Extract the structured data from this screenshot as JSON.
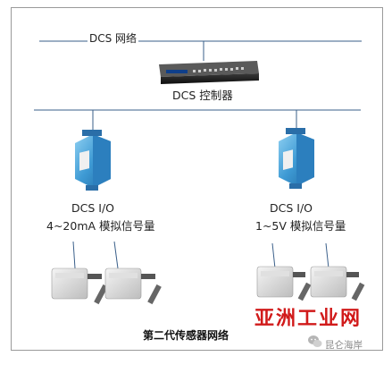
{
  "network": {
    "label": "DCS 网络"
  },
  "controller": {
    "label": "DCS 控制器"
  },
  "io_left": {
    "line1": "DCS I/O",
    "line2": "4~20mA 模拟信号量"
  },
  "io_right": {
    "line1": "DCS I/O",
    "line2": "1~5V  模拟信号量"
  },
  "caption": "第二代传感器网络",
  "watermark": {
    "brand": "亚洲工业网",
    "account": "昆仑海岸",
    "brand_color": "#d11a1a"
  },
  "colors": {
    "bus_line": "#3a5f8a",
    "io_module": "#4aa3d8",
    "controller_body": "#1c1c1c"
  },
  "icons": [
    "network-bus",
    "dcs-controller-device",
    "io-module-device",
    "sensor-device",
    "wechat-logo-icon"
  ]
}
